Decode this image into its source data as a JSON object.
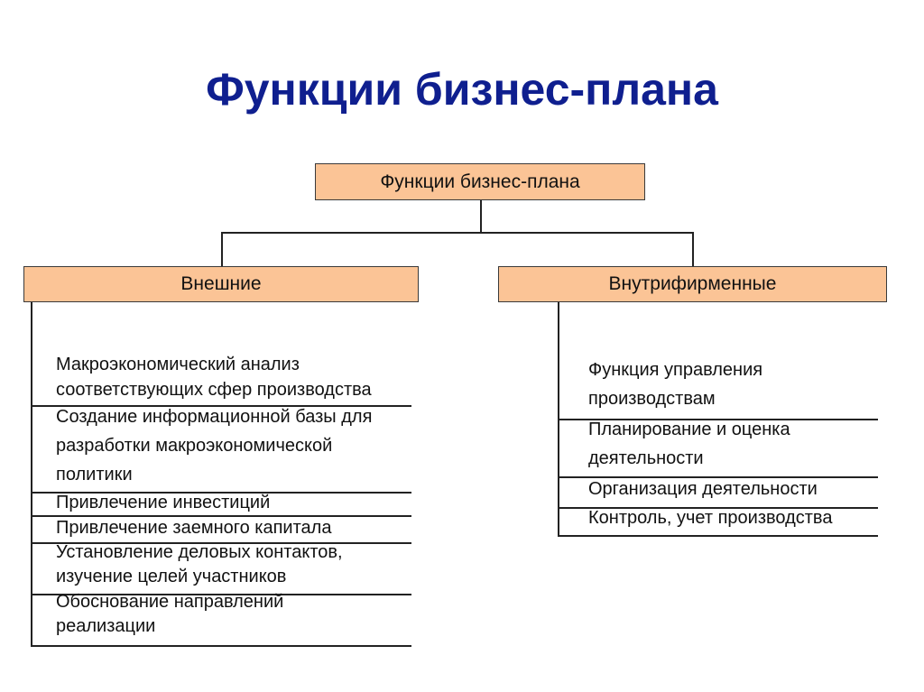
{
  "title": "Функции бизнес-плана",
  "root": "Функции бизнес-плана",
  "left": {
    "label": "Внешние",
    "items": [
      [
        "Макроэкономический анализ",
        "соответствующих сфер производства"
      ],
      [
        "Создание информационной базы для",
        "разработки макроэкономической",
        "политики"
      ],
      [
        "Привлечение инвестиций"
      ],
      [
        "Привлечение заемного капитала"
      ],
      [
        "Установление деловых контактов,",
        "изучение целей участников"
      ],
      [
        "Обоснование направлений",
        "реализации"
      ]
    ]
  },
  "right": {
    "label": "Внутрифирменные",
    "items": [
      [
        "Функция управления",
        "производствам"
      ],
      [
        "Планирование и оценка",
        "деятельности"
      ],
      [
        "Организация деятельности"
      ],
      [
        "Контроль, учет производства"
      ]
    ]
  }
}
